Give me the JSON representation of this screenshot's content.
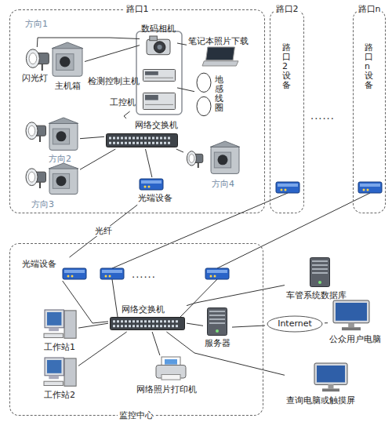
{
  "diagram": {
    "nodes": [
      {
        "text": [
          "路口1"
        ]
      },
      {
        "text": [
          "闪光灯"
        ],
        "in": 0
      },
      {
        "text": [
          "主机箱"
        ],
        "in": 0
      },
      {
        "text": [
          "数码相机"
        ],
        "in": 0
      },
      {
        "text": [
          "笔记本照片下载"
        ],
        "in": 0
      },
      {
        "text": [
          "检测控制主机"
        ],
        "in": 0
      },
      {
        "text": [
          "工控机"
        ],
        "in": 0
      },
      {
        "text": [
          "地感线圈"
        ],
        "in": 0
      },
      {
        "text": [
          "方向2"
        ],
        "in": 0
      },
      {
        "text": [
          "方向3"
        ],
        "in": 0
      },
      {
        "text": [
          "网络交换机"
        ],
        "in": 0
      },
      {
        "text": [
          "方向4"
        ],
        "in": 0
      },
      {
        "text": [
          "光端设备"
        ],
        "in": 0
      },
      {
        "text": [
          "路口2",
          "路口2设备"
        ]
      },
      {
        "text": [
          "路口n",
          "路口n设备"
        ]
      },
      {
        "text": [
          "监控中心"
        ]
      },
      {
        "text": [
          "光端设备"
        ],
        "in": 15
      },
      {
        "text": [
          "网络交换机"
        ],
        "in": 15
      },
      {
        "text": [
          "工作站1"
        ],
        "in": 15
      },
      {
        "text": [
          "工作站2"
        ],
        "in": 15
      },
      {
        "text": [
          "网络照片打印机"
        ],
        "in": 15
      },
      {
        "text": [
          "服务器"
        ],
        "in": 15
      },
      {
        "text": [
          "车管系统数据库"
        ]
      },
      {
        "text": [
          "Internet"
        ]
      },
      {
        "text": [
          "公众用户电脑"
        ]
      },
      {
        "text": [
          "查询电脑或触摸屏"
        ]
      }
    ],
    "edges": [
      {
        "from": 3,
        "to": 1,
        "arrow": "none"
      },
      {
        "from": 3,
        "to": 2,
        "arrow": "none"
      },
      {
        "from": 3,
        "to": 4,
        "arrow": "none"
      },
      {
        "from": 5,
        "to": 7,
        "arrow": "none"
      },
      {
        "from": 6,
        "to": 10,
        "arrow": "none"
      },
      {
        "from": 10,
        "to": 8,
        "arrow": "none"
      },
      {
        "from": 10,
        "to": 9,
        "arrow": "none"
      },
      {
        "from": 10,
        "to": 11,
        "arrow": "none"
      },
      {
        "from": 10,
        "to": 12,
        "arrow": "none"
      },
      {
        "from": 12,
        "to": 16,
        "label": "光纤",
        "arrow": "none"
      },
      {
        "from": 16,
        "to": 17,
        "arrow": "none"
      },
      {
        "from": 17,
        "to": 18,
        "arrow": "none"
      },
      {
        "from": 17,
        "to": 19,
        "arrow": "none"
      },
      {
        "from": 17,
        "to": 20,
        "arrow": "none"
      },
      {
        "from": 17,
        "to": 21,
        "arrow": "none"
      },
      {
        "from": 17,
        "to": 22,
        "arrow": "none"
      },
      {
        "from": 17,
        "to": 25,
        "arrow": "none"
      },
      {
        "from": 21,
        "to": 23,
        "arrow": "none"
      },
      {
        "from": 23,
        "to": 24,
        "arrow": "none"
      }
    ],
    "labels": [
      "方向1",
      "......",
      "......"
    ]
  }
}
